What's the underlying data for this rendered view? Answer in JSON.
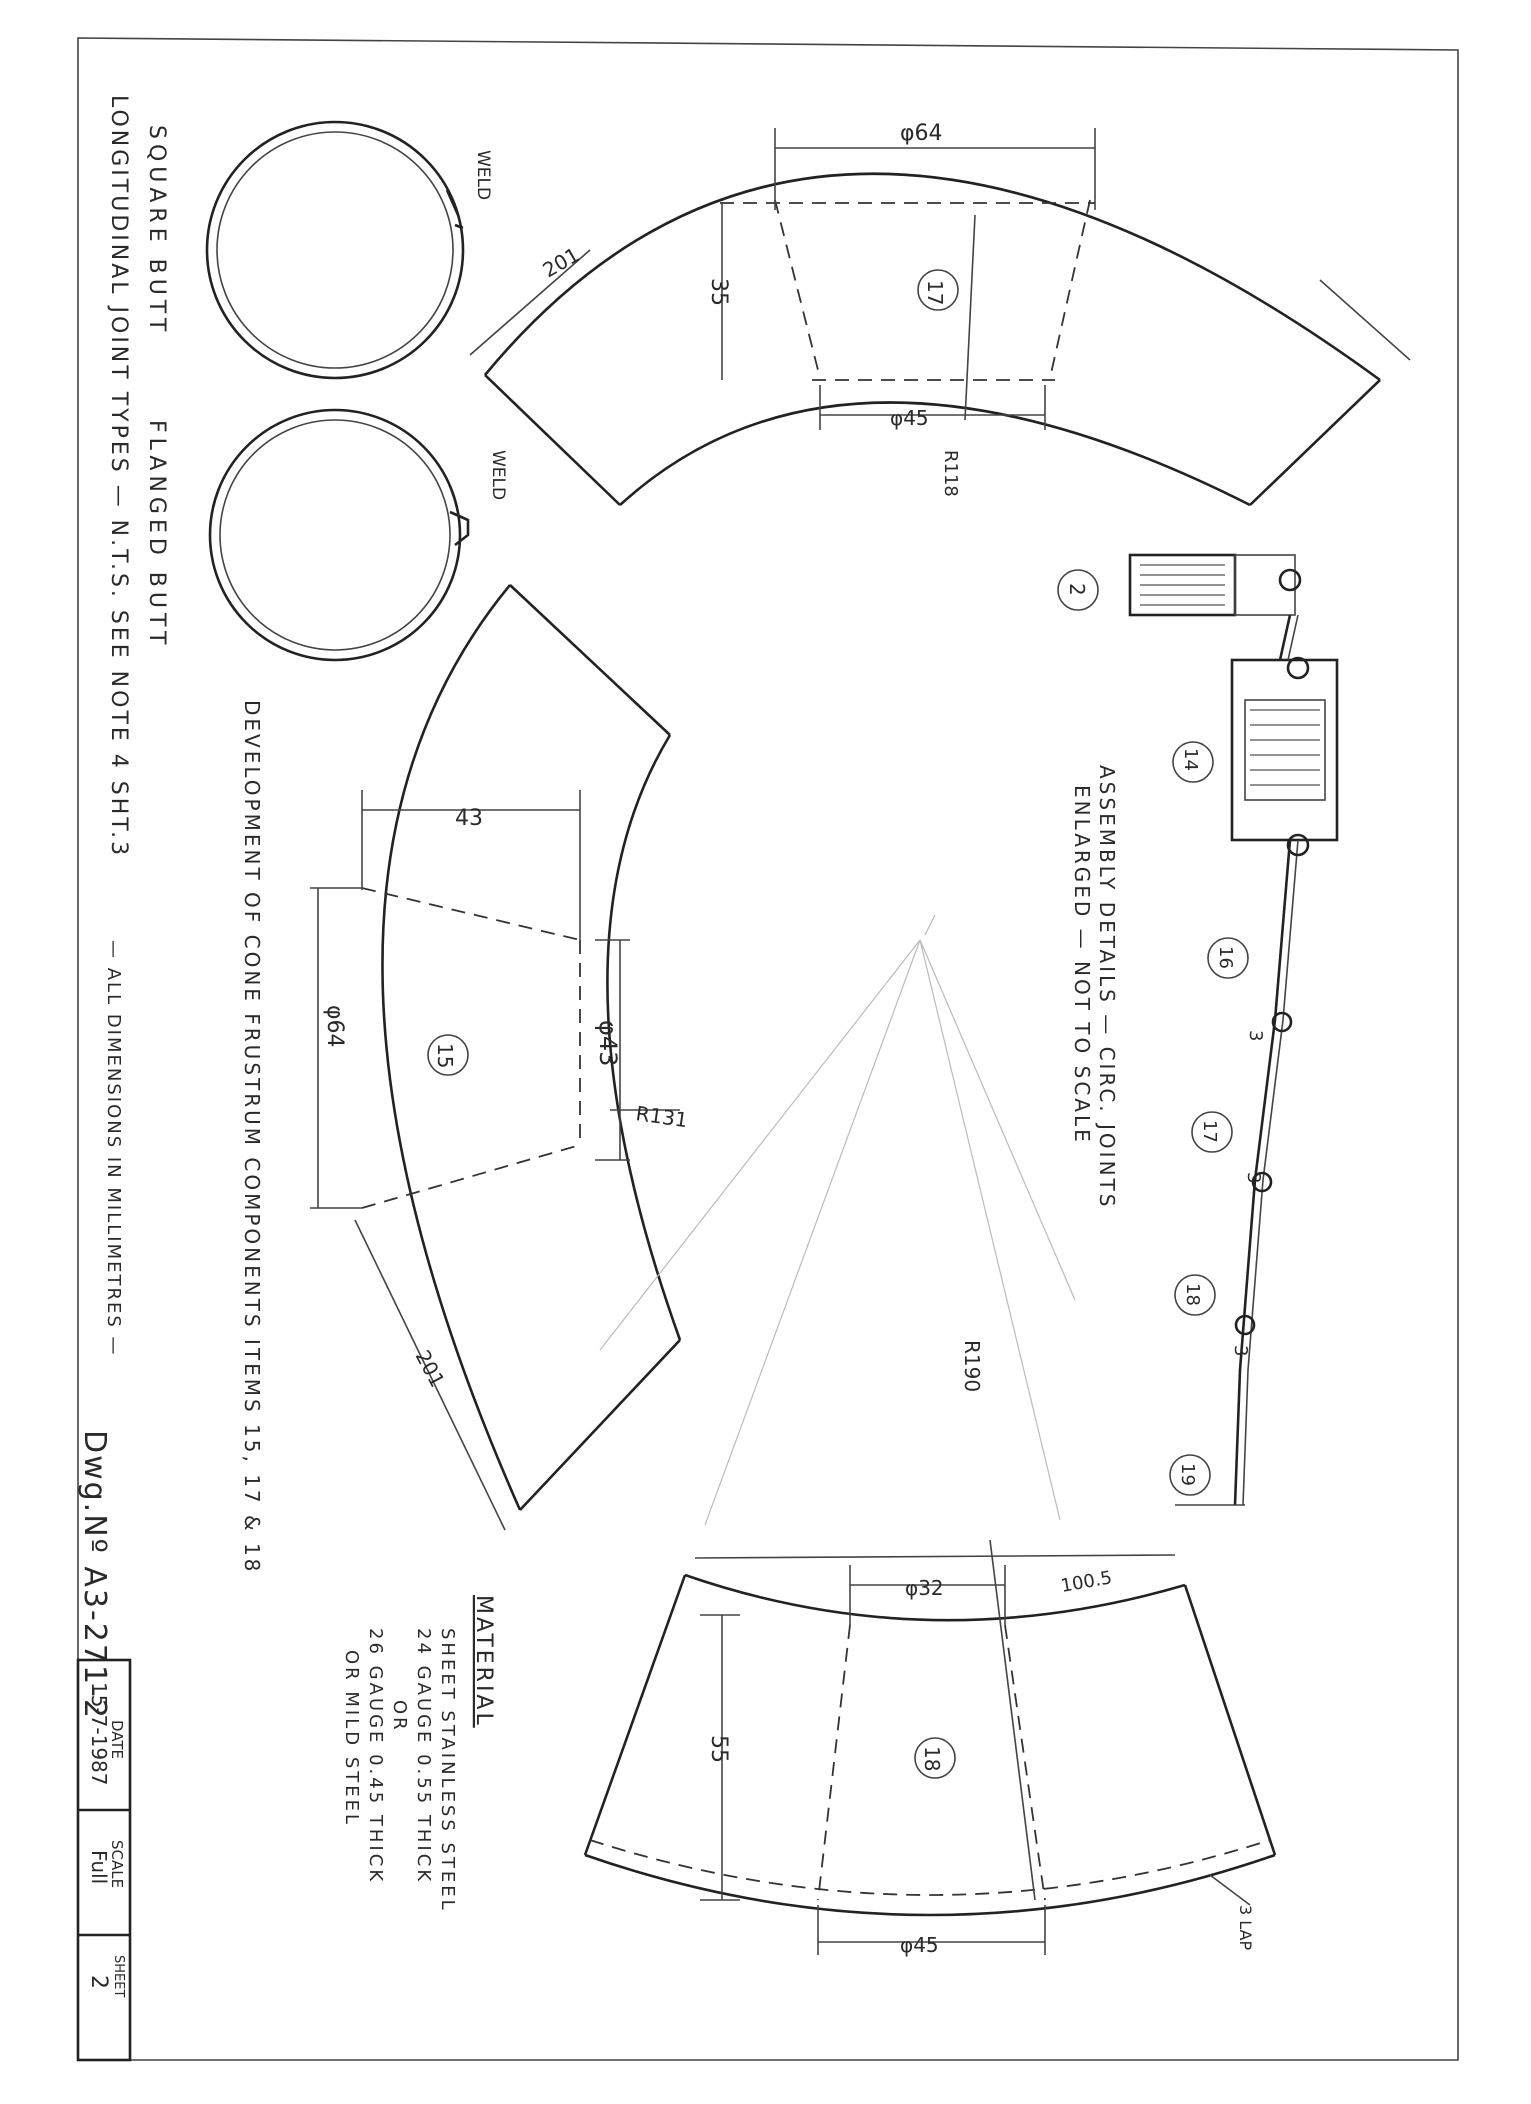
{
  "drawing": {
    "number": "Dwg.Nº A3-271-2",
    "all_dimensions_note": "— ALL DIMENSIONS IN MILLIMETRES —",
    "development_title": "DEVELOPMENT OF CONE FRUSTRUM COMPONENTS ITEMS 15, 17 & 18",
    "joint_types_note": "LONGITUDINAL JOINT TYPES — N.T.S.  SEE NOTE 4 SHT.3",
    "square_butt_label": "SQUARE BUTT",
    "flanged_butt_label": "FLANGED BUTT",
    "weld_label": "WELD",
    "assembly_title_1": "ASSEMBLY DETAILS — CIRC. JOINTS",
    "assembly_title_2": "ENLARGED — NOT TO SCALE"
  },
  "material": {
    "heading": "MATERIAL",
    "lines": [
      "SHEET STAINLESS STEEL",
      "24 GAUGE 0.55 THICK",
      "OR",
      "26 GAUGE 0.45 THICK",
      "OR MILD STEEL"
    ]
  },
  "title_block": {
    "date_label": "DATE",
    "date_value": "15-7-1987",
    "scale_label": "SCALE",
    "scale_value": "Full",
    "sheet_label": "SHEET",
    "sheet_value": "2"
  },
  "items": {
    "i2": "2",
    "i14": "14",
    "i15": "15",
    "i16": "16",
    "i17": "17",
    "i18": "18",
    "i19": "19"
  },
  "dimensions": {
    "p17_top": "φ64",
    "p17_bottom": "φ45",
    "p17_height": "35",
    "p17_arc": "201",
    "p17_radius": "R118",
    "p15_width": "43",
    "p15_outer": "φ64",
    "p15_inner": "φ43",
    "p15_radius": "R131",
    "p15_arc": "201",
    "p18_top": "φ32",
    "p18_bottom": "φ45",
    "p18_height": "55",
    "p18_arc": "100.5",
    "p18_lap": "3 LAP",
    "big_radius": "R190",
    "lap_3a": "3",
    "lap_3b": "3",
    "lap_3c": "3"
  }
}
